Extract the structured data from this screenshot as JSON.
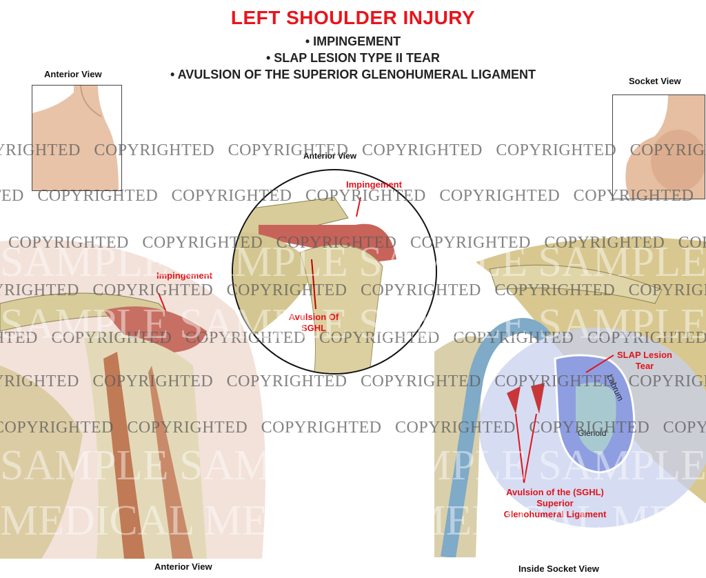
{
  "header": {
    "title": "LEFT SHOULDER INJURY",
    "bullets": [
      "• IMPINGEMENT",
      "• SLAP LESION TYPE II TEAR",
      "• AVULSION OF THE SUPERIOR GLENOHUMERAL LIGAMENT"
    ]
  },
  "thumbnails": {
    "left_label": "Anterior View",
    "right_label": "Socket View"
  },
  "circle_view": {
    "label": "Anterior View",
    "impingement": "Impingement",
    "avulsion_line1": "Avulsion Of",
    "avulsion_line2": "SGHL"
  },
  "left_view": {
    "impingement": "Impingement",
    "caption": "Anterior View"
  },
  "right_view": {
    "slap_line1": "SLAP Lesion",
    "slap_line2": "Tear",
    "labrum": "Labrum",
    "glenoid": "Glenoid",
    "avulsion_line1": "Avulsion of the (SGHL)",
    "avulsion_line2": "Superior",
    "avulsion_line3": "Glenohumeral Ligament",
    "caption": "Inside Socket View"
  },
  "watermark": {
    "text": "COPYRIGHTED",
    "sample": "SAMPLE",
    "medical": "MEDICAL"
  },
  "colors": {
    "accent": "#e8141b",
    "bone": "#d8cc9a",
    "ligament": "#9ab0e0"
  }
}
